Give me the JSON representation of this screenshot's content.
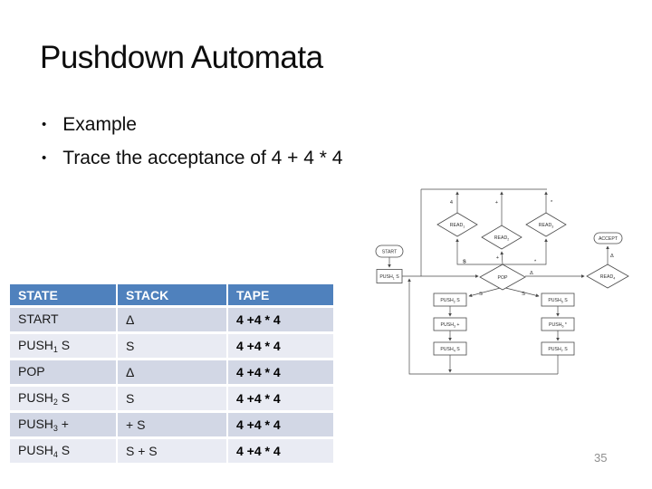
{
  "slide": {
    "title": "Pushdown Automata",
    "bullets": [
      "Example",
      "Trace the acceptance of 4 + 4 * 4"
    ],
    "page_number": "35"
  },
  "table": {
    "headers": [
      "STATE",
      "STACK",
      "TAPE"
    ],
    "rows": [
      {
        "state_base": "START",
        "state_sub": "",
        "state_suffix": "",
        "stack": "Δ",
        "tape": "4 +4 * 4"
      },
      {
        "state_base": "PUSH",
        "state_sub": "1",
        "state_suffix": " S",
        "stack": "S",
        "tape": "4 +4 * 4"
      },
      {
        "state_base": "POP",
        "state_sub": "",
        "state_suffix": "",
        "stack": "Δ",
        "tape": "4 +4 * 4"
      },
      {
        "state_base": "PUSH",
        "state_sub": "2",
        "state_suffix": " S",
        "stack": "S",
        "tape": "4 +4 * 4"
      },
      {
        "state_base": "PUSH",
        "state_sub": "3",
        "state_suffix": " +",
        "stack": "+ S",
        "tape": "4 +4 * 4"
      },
      {
        "state_base": "PUSH",
        "state_sub": "4",
        "state_suffix": " S",
        "stack": "S + S",
        "tape": "4 +4 * 4"
      }
    ]
  },
  "diagram": {
    "nodes": {
      "start": {
        "label": "START"
      },
      "accept": {
        "label": "ACCEPT"
      },
      "pop": {
        "label": "POP"
      },
      "push1": {
        "base": "PUSH",
        "sub": "1",
        "suffix": " S"
      },
      "read1": {
        "base": "READ",
        "sub": "1",
        "suffix": ""
      },
      "read2": {
        "base": "READ",
        "sub": "2",
        "suffix": ""
      },
      "read3": {
        "base": "READ",
        "sub": "3",
        "suffix": ""
      },
      "read4": {
        "base": "READ",
        "sub": "4",
        "suffix": ""
      },
      "push2": {
        "base": "PUSH",
        "sub": "2",
        "suffix": " S"
      },
      "push3": {
        "base": "PUSH",
        "sub": "3",
        "suffix": " +"
      },
      "push4": {
        "base": "PUSH",
        "sub": "4",
        "suffix": " S"
      },
      "push5": {
        "base": "PUSH",
        "sub": "5",
        "suffix": " S"
      },
      "push6": {
        "base": "PUSH",
        "sub": "6",
        "suffix": " *"
      },
      "push7": {
        "base": "PUSH",
        "sub": "7",
        "suffix": " S"
      }
    },
    "edge_labels": {
      "pop_to_read1": "S",
      "read1_loop": "4",
      "pop_to_read2": "+",
      "read2_loop": "+",
      "pop_to_read3": "*",
      "read3_loop": "*",
      "pop_to_read4": "Δ",
      "read4_to_accept": "Δ",
      "pop_to_push2": "S",
      "pop_to_push5": "S"
    }
  },
  "colors": {
    "table_header_bg": "#4f81bd",
    "table_row_dark": "#d2d7e5",
    "table_row_light": "#e9ebf3",
    "diagram_stroke": "#4a4a4a",
    "page_number_gray": "#8f8f8f"
  }
}
